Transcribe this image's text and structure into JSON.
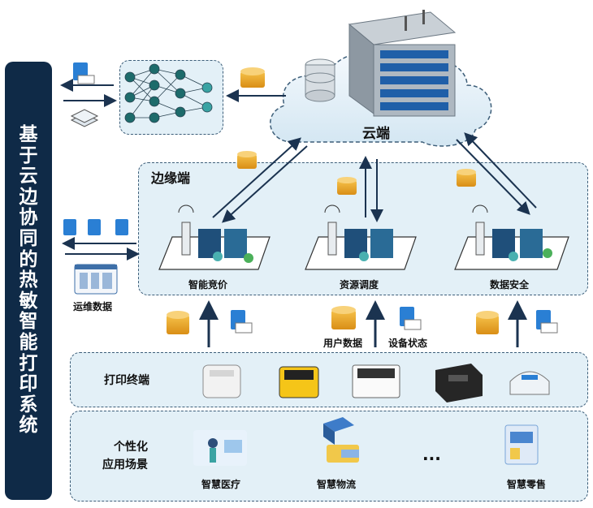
{
  "title": "基于云边协同的热敏智能打印系统",
  "cloud": {
    "label": "云端"
  },
  "edge": {
    "label": "边缘端",
    "nodes": [
      {
        "label": "智能竞价"
      },
      {
        "label": "资源调度"
      },
      {
        "label": "数据安全"
      }
    ],
    "ops_label": "运维数据"
  },
  "flows": {
    "user_data": "用户数据",
    "device_status": "设备状态"
  },
  "print_terminal": {
    "label": "打印终端"
  },
  "applications": {
    "label_line1": "个性化",
    "label_line2": "应用场景",
    "items": [
      {
        "label": "智慧医疗"
      },
      {
        "label": "智慧物流"
      },
      {
        "label": "智慧零售"
      }
    ],
    "ellipsis": "..."
  },
  "colors": {
    "title_bg": "#0f2a47",
    "panel_bg": "#e3f0f7",
    "arrow": "#1b3350"
  }
}
